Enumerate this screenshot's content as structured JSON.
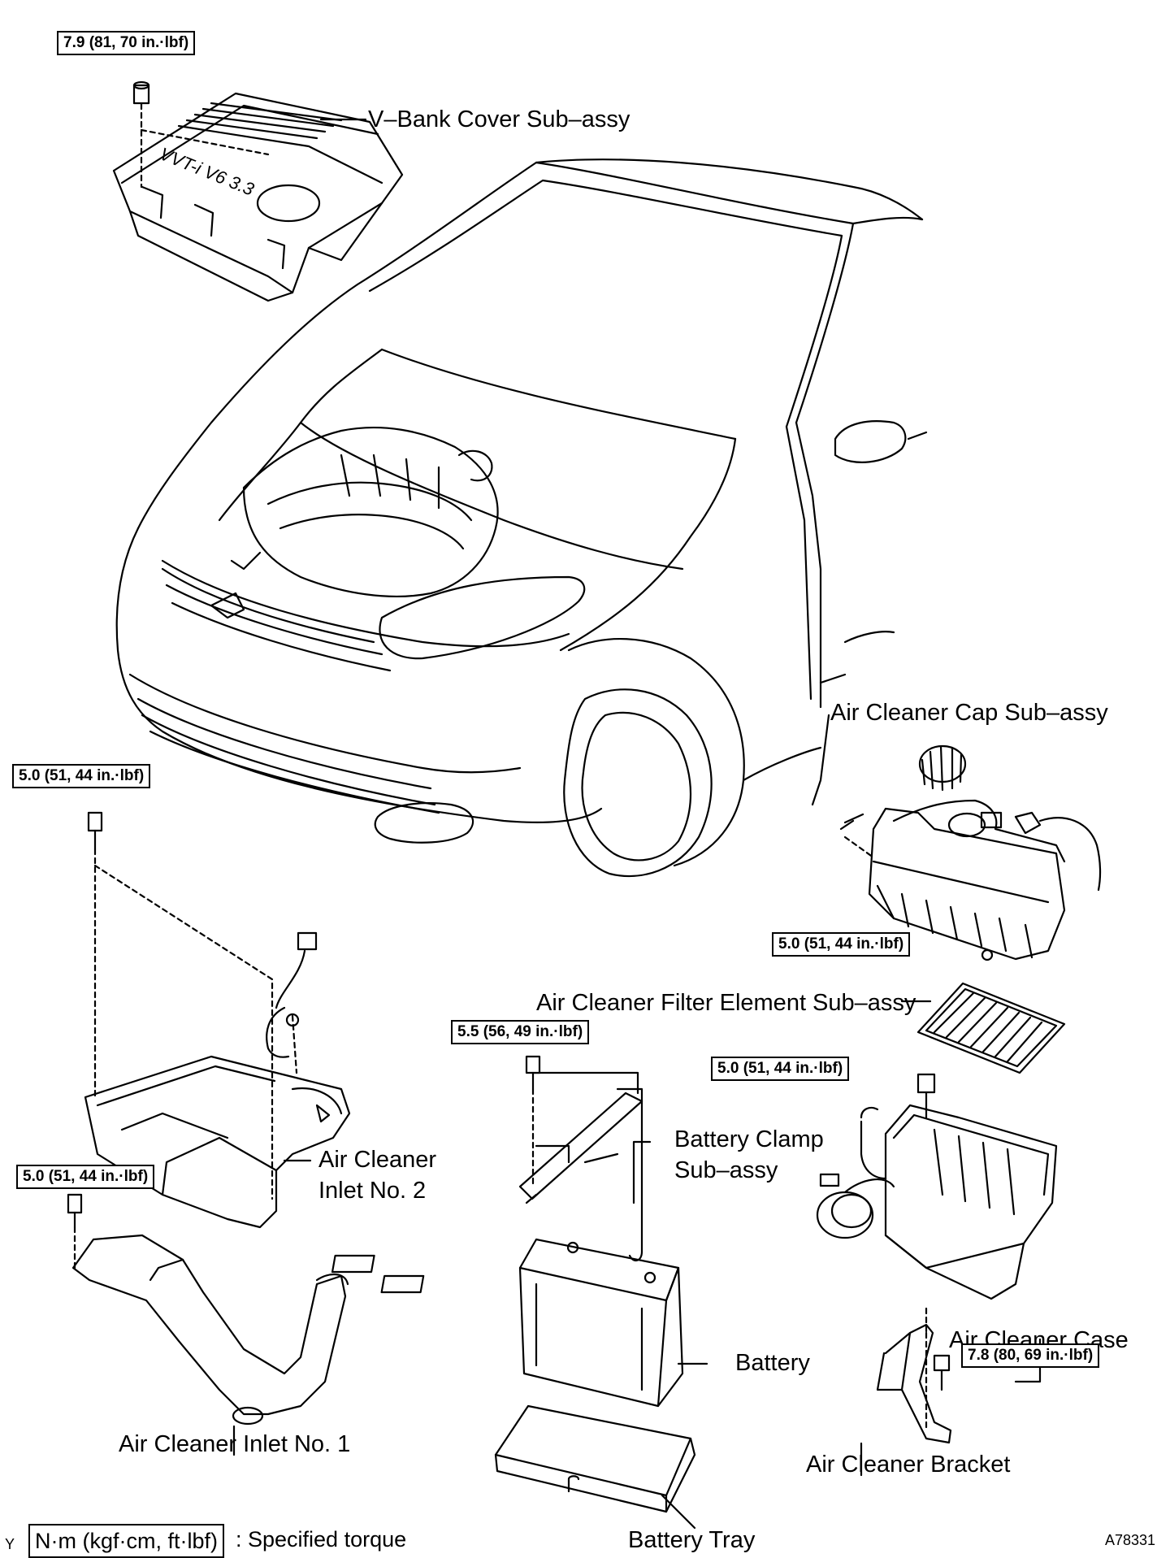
{
  "labels": {
    "v_bank_cover": "V–Bank Cover Sub–assy",
    "air_cleaner_cap": "Air Cleaner Cap Sub–assy",
    "air_cleaner_filter": "Air Cleaner Filter Element Sub–assy",
    "air_cleaner_inlet_2_line1": "Air Cleaner",
    "air_cleaner_inlet_2_line2": "Inlet No. 2",
    "battery_clamp_line1": "Battery Clamp",
    "battery_clamp_line2": "Sub–assy",
    "air_cleaner_case": "Air Cleaner Case",
    "battery": "Battery",
    "air_cleaner_inlet_1": "Air Cleaner Inlet No. 1",
    "air_cleaner_bracket": "Air Cleaner Bracket",
    "battery_tray": "Battery Tray"
  },
  "torques": {
    "v_bank_cover": "7.9 (81, 70 in.·lbf)",
    "inlet_2": "5.0 (51, 44 in.·lbf)",
    "cap": "5.0 (51, 44 in.·lbf)",
    "clamp": "5.5 (56, 49 in.·lbf)",
    "case": "5.0 (51, 44 in.·lbf)",
    "inlet_1": "5.0 (51, 44 in.·lbf)",
    "bracket": "7.8 (80, 69 in.·lbf)"
  },
  "cover_text": "VVT-i V6 3.3",
  "legend": {
    "box": "N·m (kgf·cm, ft·lbf)",
    "text": ": Specified torque"
  },
  "corner": {
    "left": "Y",
    "code": "A78331"
  }
}
